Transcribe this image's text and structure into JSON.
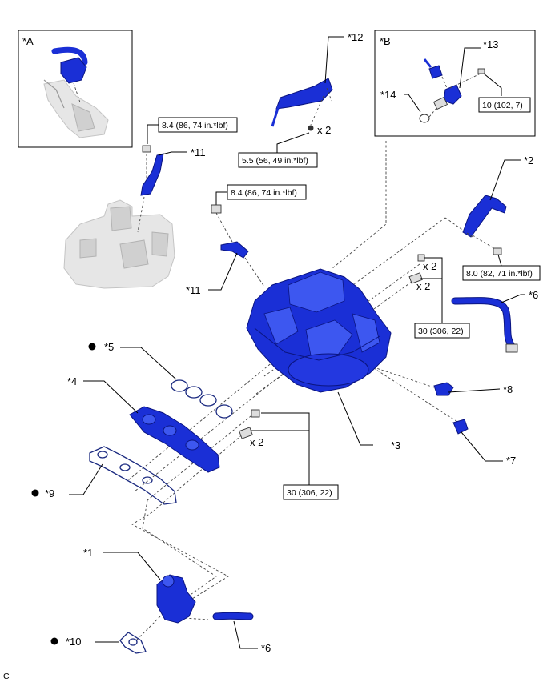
{
  "inset_a": {
    "label": "*A"
  },
  "inset_b": {
    "label": "*B"
  },
  "callouts": {
    "c1": "*1",
    "c2": "*2",
    "c3": "*3",
    "c4": "*4",
    "c5": "*5",
    "c6a": "*6",
    "c6b": "*6",
    "c7": "*7",
    "c8": "*8",
    "c9": "*9",
    "c10": "*10",
    "c11a": "*11",
    "c11b": "*11",
    "c12": "*12",
    "c13": "*13",
    "c14": "*14"
  },
  "quantities": {
    "q12": "x 2",
    "q_mid1": "x 2",
    "q_mid2": "x 2",
    "q_low": "x 2"
  },
  "torques": {
    "t11_top": "8.4 (86, 74 in.*lbf)",
    "t11_mid": "8.4 (86, 74 in.*lbf)",
    "t12": "5.5 (56, 49 in.*lbf)",
    "t13": "10 (102, 7)",
    "t2": "8.0 (82, 71 in.*lbf)",
    "t_mid": "30 (306, 22)",
    "t_low": "30 (306, 22)"
  },
  "footer": {
    "code": "C"
  },
  "colors": {
    "part_blue": "#1a2fd6",
    "part_outline": "#0b1580",
    "engine_gray": "#e6e6e6"
  }
}
